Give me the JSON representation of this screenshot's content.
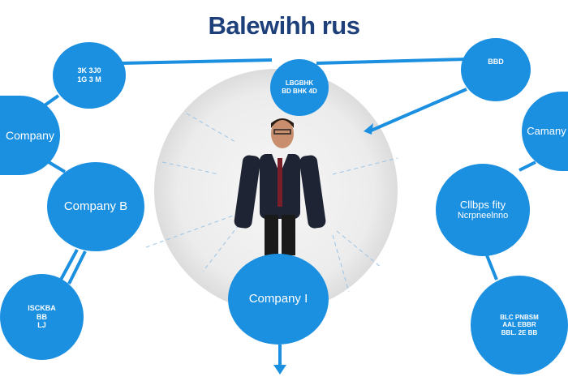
{
  "title": "Balewihh rus",
  "colors": {
    "node": "#1b8fe0",
    "title": "#1d3f7a",
    "backdrop": "#e6e6e6"
  },
  "nodes": {
    "top_left": [
      "3K 3J0",
      "1G 3 M"
    ],
    "left": [
      "Company"
    ],
    "company_b": [
      "Company B"
    ],
    "bottom_left": [
      "ISCKBA",
      "BB",
      "LJ"
    ],
    "top_center": [
      "LBGBHK",
      "BD BHK 4D"
    ],
    "top_right": [
      "BBD"
    ],
    "right": [
      "Camany"
    ],
    "right_middle": [
      "Cllbps fity",
      "Ncrpneelnno"
    ],
    "bottom_right": [
      "BLC PNBSM",
      "AAL EBBR",
      "BBL. 2E BB"
    ],
    "company_i": [
      "Company I"
    ]
  }
}
